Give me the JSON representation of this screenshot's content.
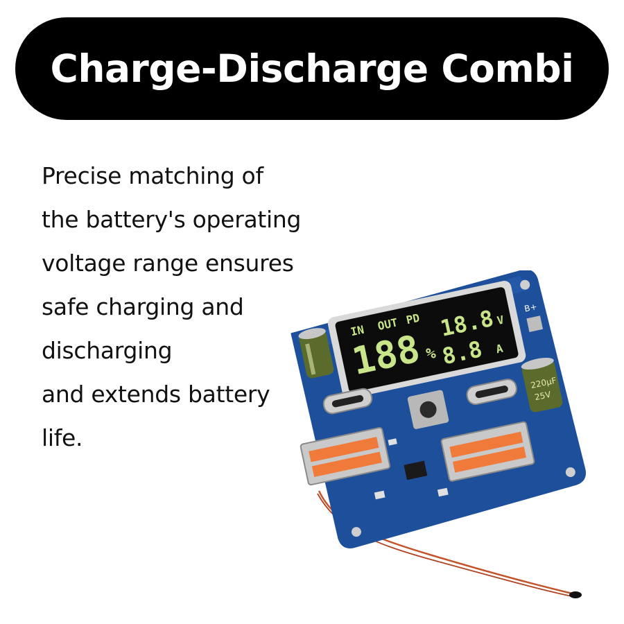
{
  "title": "Charge-Discharge Combi",
  "description_lines": [
    "Precise matching of",
    "the battery's operating",
    "voltage range ensures",
    "safe charging and",
    "discharging",
    "and extends battery",
    "life."
  ],
  "product": {
    "display_labels": {
      "in": "IN",
      "out": "OUT",
      "pd": "PD",
      "percent": "%",
      "volt_unit": "V",
      "amp_unit": "A"
    },
    "display_digits": {
      "left": "188",
      "right_top": "18.8",
      "right_bottom": "8.8"
    },
    "board_label": "B+",
    "capacitor_right": [
      "220µF",
      "25V"
    ]
  },
  "colors": {
    "pill_background": "#000000",
    "title_text": "#ffffff",
    "body_text": "#111111",
    "pcb_blue": "#1d4f9a",
    "segment_green": "#c9e58a",
    "connector_orange": "#f07a3a"
  }
}
